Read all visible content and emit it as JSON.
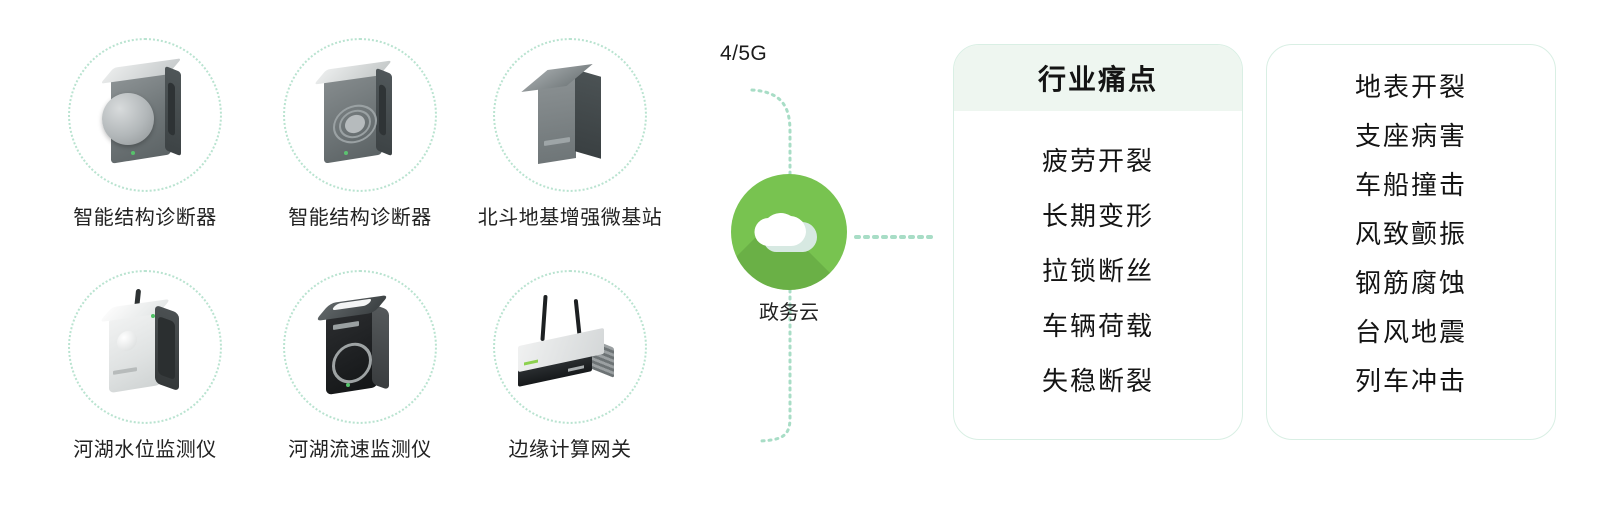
{
  "devices": [
    {
      "label": "智能结构诊断器",
      "icon": "smart-structural-diagnoser-knob-icon"
    },
    {
      "label": "智能结构诊断器",
      "icon": "smart-structural-diagnoser-ripple-icon"
    },
    {
      "label": "北斗地基增强微基站",
      "icon": "beidou-micro-base-station-icon"
    },
    {
      "label": "河湖水位监测仪",
      "icon": "river-water-level-monitor-icon"
    },
    {
      "label": "河湖流速监测仪",
      "icon": "river-flow-velocity-monitor-icon"
    },
    {
      "label": "边缘计算网关",
      "icon": "edge-computing-gateway-icon"
    }
  ],
  "network": {
    "label": "4/5G"
  },
  "cloud": {
    "label": "政务云",
    "icon": "cloud-icon",
    "color": "#78c350"
  },
  "cards": [
    {
      "id": "pain-points",
      "title": "行业痛点",
      "has_header": true,
      "header_color": "#eef6f0",
      "items": [
        "疲劳开裂",
        "长期变形",
        "拉锁断丝",
        "车辆荷载",
        "失稳断裂"
      ]
    },
    {
      "id": "risk-events",
      "title": "",
      "has_header": false,
      "header_color": "#ffffff",
      "items": [
        "地表开裂",
        "支座病害",
        "车船撞击",
        "风致颤振",
        "钢筋腐蚀",
        "台风地震",
        "列车冲击"
      ]
    }
  ],
  "colors": {
    "accent_green": "#78c350",
    "dotted_line": "#a8ddc6",
    "card_border": "#d9efe4",
    "card_header": "#eef6f0",
    "text": "#141414",
    "background": "#ffffff"
  }
}
